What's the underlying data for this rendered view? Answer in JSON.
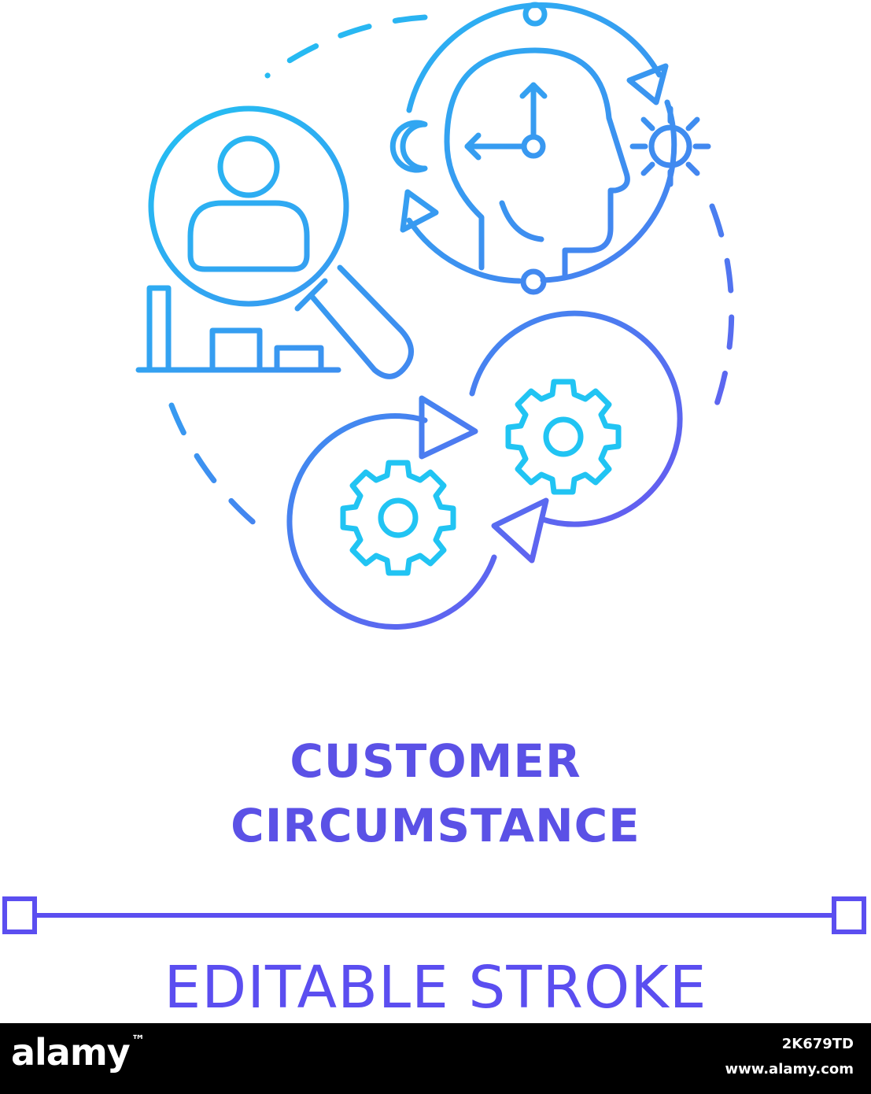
{
  "concept": {
    "title_line_1": "CUSTOMER",
    "title_line_2": "CIRCUMSTANCE"
  },
  "caption": "EDITABLE STROKE",
  "footer": {
    "brand": "alamy",
    "image_id": "2K679TD",
    "site": "www.alamy.com"
  },
  "colors": {
    "gradient_start": "#21c4f3",
    "gradient_end": "#6f4ef0",
    "title": "#5b51e6",
    "caption": "#5b4ef0",
    "footer_background": "#000000",
    "footer_text": "#ffffff"
  },
  "icons": [
    "dashed-ring-icon",
    "user-magnifier-icon",
    "bar-chart-icon",
    "head-clock-icon",
    "moon-icon",
    "sun-icon",
    "gears-cycle-icon",
    "editable-stroke-handle-icon"
  ]
}
